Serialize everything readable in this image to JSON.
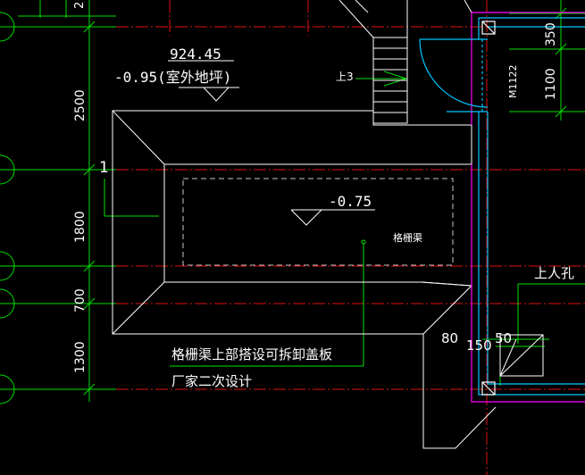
{
  "colors": {
    "background": "#000000",
    "grid_axis": "#e01010",
    "dimension": "#00e000",
    "outline": "#ffffff",
    "wall": "#00c8ff",
    "wall_outer": "#ff00ff"
  },
  "dimensions": {
    "top": "2",
    "d2500": "2500",
    "d1800": "1800",
    "d700": "700",
    "d1300": "1300",
    "d350": "350",
    "d1100": "1100",
    "d80": "80",
    "d150": "150",
    "d50": "50"
  },
  "elevations": {
    "e1": "924.45",
    "e2": "-0.95(室外地坪)",
    "e3": "-0.75"
  },
  "labels": {
    "stair_up": "上3",
    "door": "M1122",
    "trench": "格栅渠",
    "manhole": "上人孔",
    "section_mark": "1",
    "note_line1": "格栅渠上部搭设可拆卸盖板",
    "note_line2": "厂家二次设计"
  }
}
